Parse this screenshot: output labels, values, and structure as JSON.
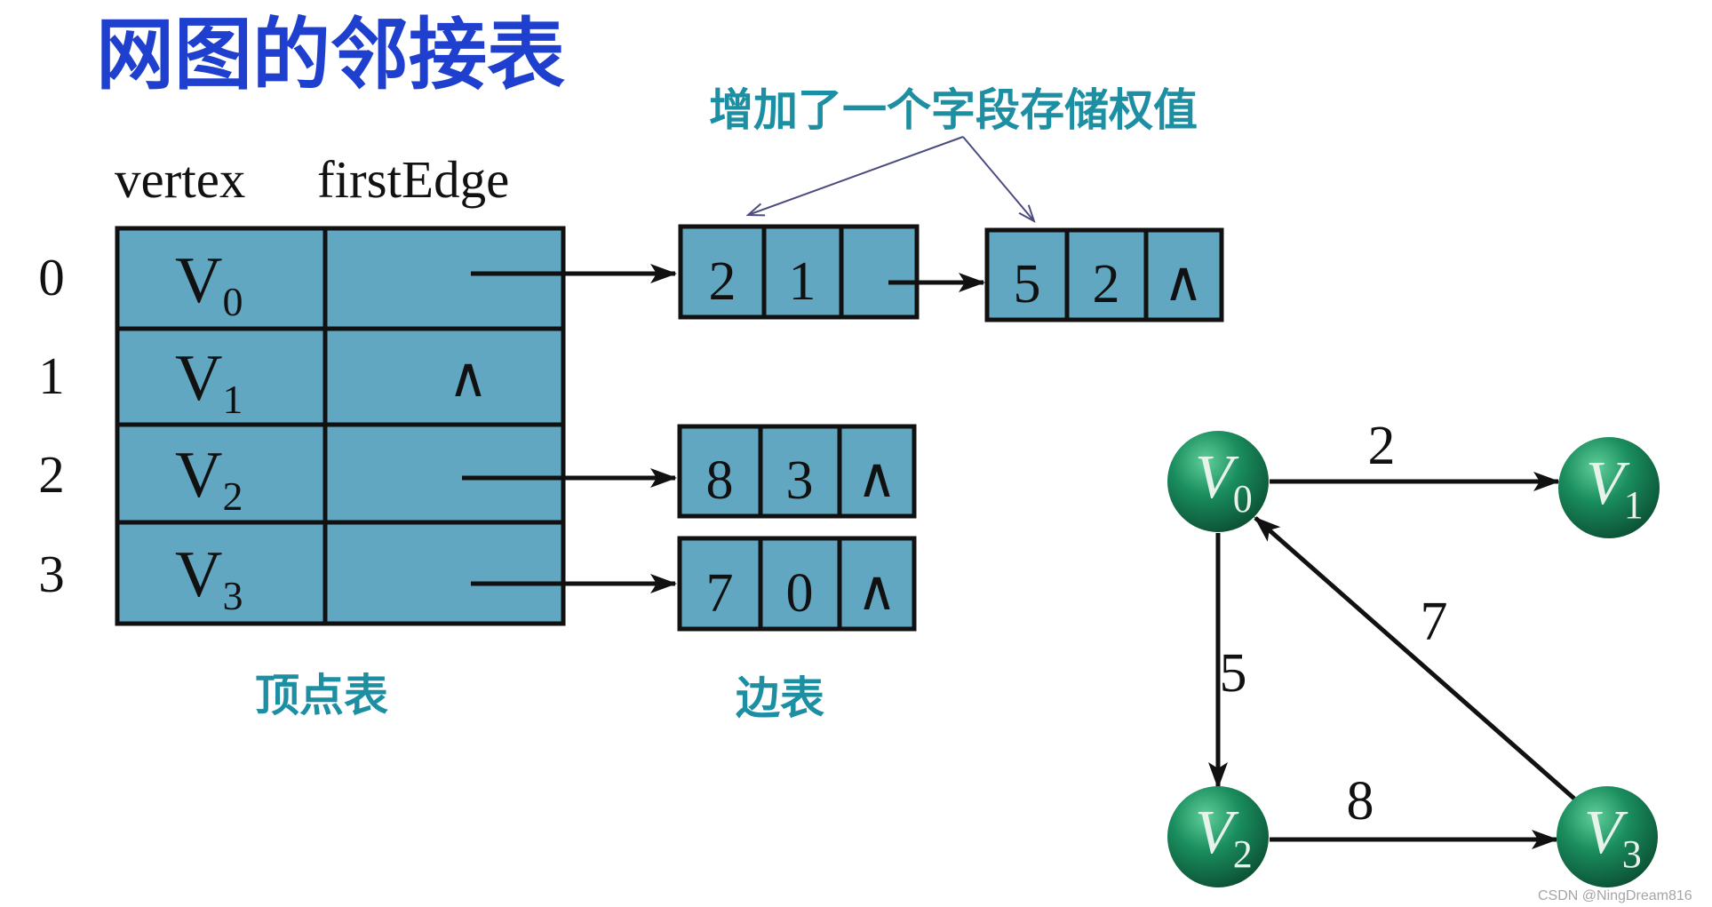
{
  "title": "网图的邻接表",
  "annotation": "增加了一个字段存储权值",
  "vertex_table": {
    "headers": {
      "vertex": "vertex",
      "first_edge": "firstEdge"
    },
    "rows": [
      {
        "index": "0",
        "vertex": {
          "name": "V",
          "sub": "0"
        }
      },
      {
        "index": "1",
        "vertex": {
          "name": "V",
          "sub": "1"
        },
        "first_edge": "∧"
      },
      {
        "index": "2",
        "vertex": {
          "name": "V",
          "sub": "2"
        }
      },
      {
        "index": "3",
        "vertex": {
          "name": "V",
          "sub": "3"
        }
      }
    ],
    "caption": "顶点表"
  },
  "edge_table": {
    "lists": [
      {
        "from_row": 0,
        "nodes": [
          {
            "weight": "2",
            "adjvex": "1"
          },
          {
            "weight": "5",
            "adjvex": "2",
            "next": "∧"
          }
        ]
      },
      {
        "from_row": 2,
        "nodes": [
          {
            "weight": "8",
            "adjvex": "3",
            "next": "∧"
          }
        ]
      },
      {
        "from_row": 3,
        "nodes": [
          {
            "weight": "7",
            "adjvex": "0",
            "next": "∧"
          }
        ]
      }
    ],
    "caption": "边表"
  },
  "graph": {
    "nodes": [
      {
        "name": "V",
        "sub": "0"
      },
      {
        "name": "V",
        "sub": "1"
      },
      {
        "name": "V",
        "sub": "2"
      },
      {
        "name": "V",
        "sub": "3"
      }
    ],
    "edges": [
      {
        "from": 0,
        "to": 1,
        "weight": "2"
      },
      {
        "from": 0,
        "to": 2,
        "weight": "5"
      },
      {
        "from": 2,
        "to": 3,
        "weight": "8"
      },
      {
        "from": 3,
        "to": 0,
        "weight": "7"
      }
    ]
  },
  "colors": {
    "title": "#1f3fcf",
    "annotation": "#1d8fa3",
    "cell": "#62a7c1",
    "node": "#138a5a"
  },
  "watermark": "CSDN @NingDream816"
}
